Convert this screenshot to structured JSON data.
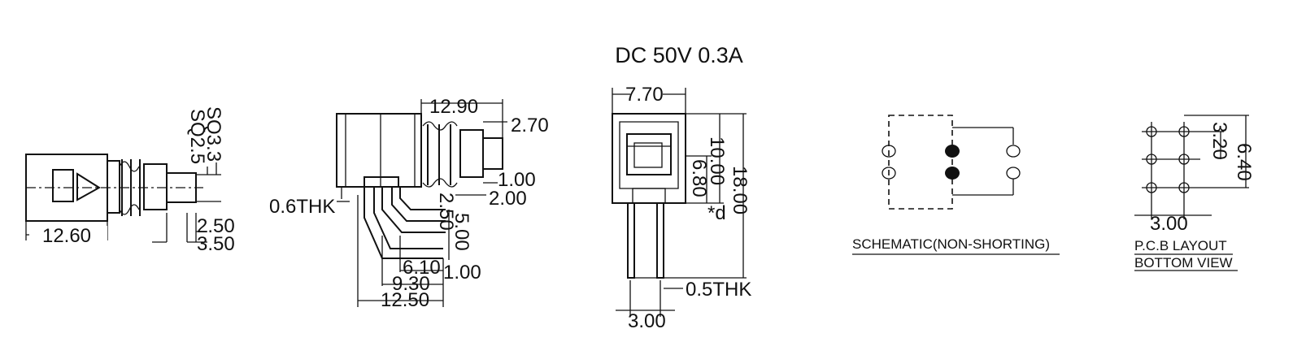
{
  "rating": "DC  50V  0.3A",
  "side_view": {
    "length": "12.60",
    "sq_a": "SQ2.5",
    "sq_b": "SQ3.3",
    "dim_a": "2.50",
    "dim_b": "3.50"
  },
  "angle_view": {
    "stroke_total": "12.90",
    "shaft_dia": "2.70",
    "dim_100": "1.00",
    "dim_200": "2.00",
    "thickness": "0.6THK",
    "pin_250": "2.50",
    "pin_500": "5.00",
    "dim_610": "6.10",
    "dim_100b": "1.00",
    "dim_930": "9.30",
    "dim_1250": "12.50"
  },
  "front_view": {
    "width": "7.70",
    "h_680": "6.80",
    "h_1000": "10.00",
    "h_1800": "18.00",
    "d_mark": "*d",
    "pin_thk": "0.5THK",
    "pin_pitch": "3.00"
  },
  "schematic": {
    "label": "SCHEMATIC(NON-SHORTING)"
  },
  "pcb": {
    "dim_320": "3.20",
    "dim_640": "6.40",
    "dim_300": "3.00",
    "label_1": "P.C.B LAYOUT",
    "label_2": "BOTTOM VIEW"
  }
}
